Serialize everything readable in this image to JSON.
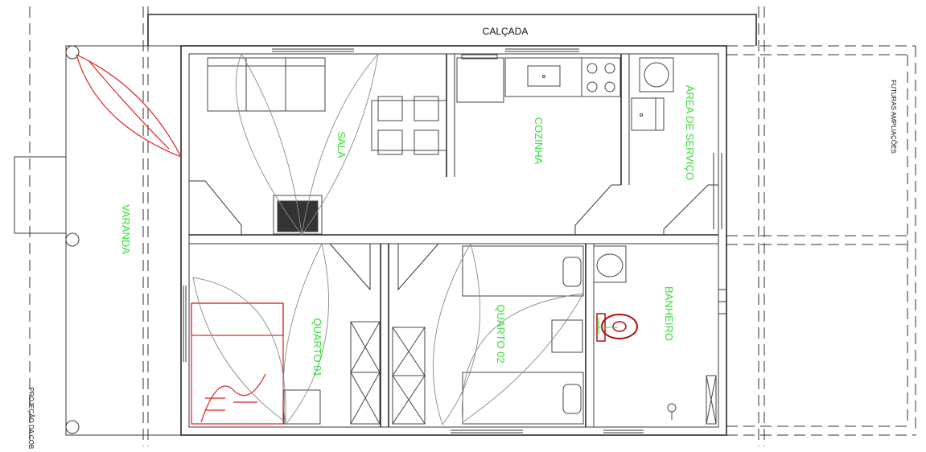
{
  "labels": {
    "calcada": "CALÇADA",
    "varanda": "VARANDA",
    "sala": "SALA",
    "cozinha": "COZINHA",
    "area_servico": "ÁREA DE SERVIÇO",
    "quarto01": "QUARTO 01",
    "quarto02": "QUARTO 02",
    "banheiro": "BANHEIRO",
    "futuras": "FUTURAS AMPLIAÇÕES",
    "projecao": "PROJEÇÃO DA COB"
  },
  "colors": {
    "room_label": "#33dd33",
    "highlight": "#e02020",
    "line": "#2a2a2a"
  }
}
